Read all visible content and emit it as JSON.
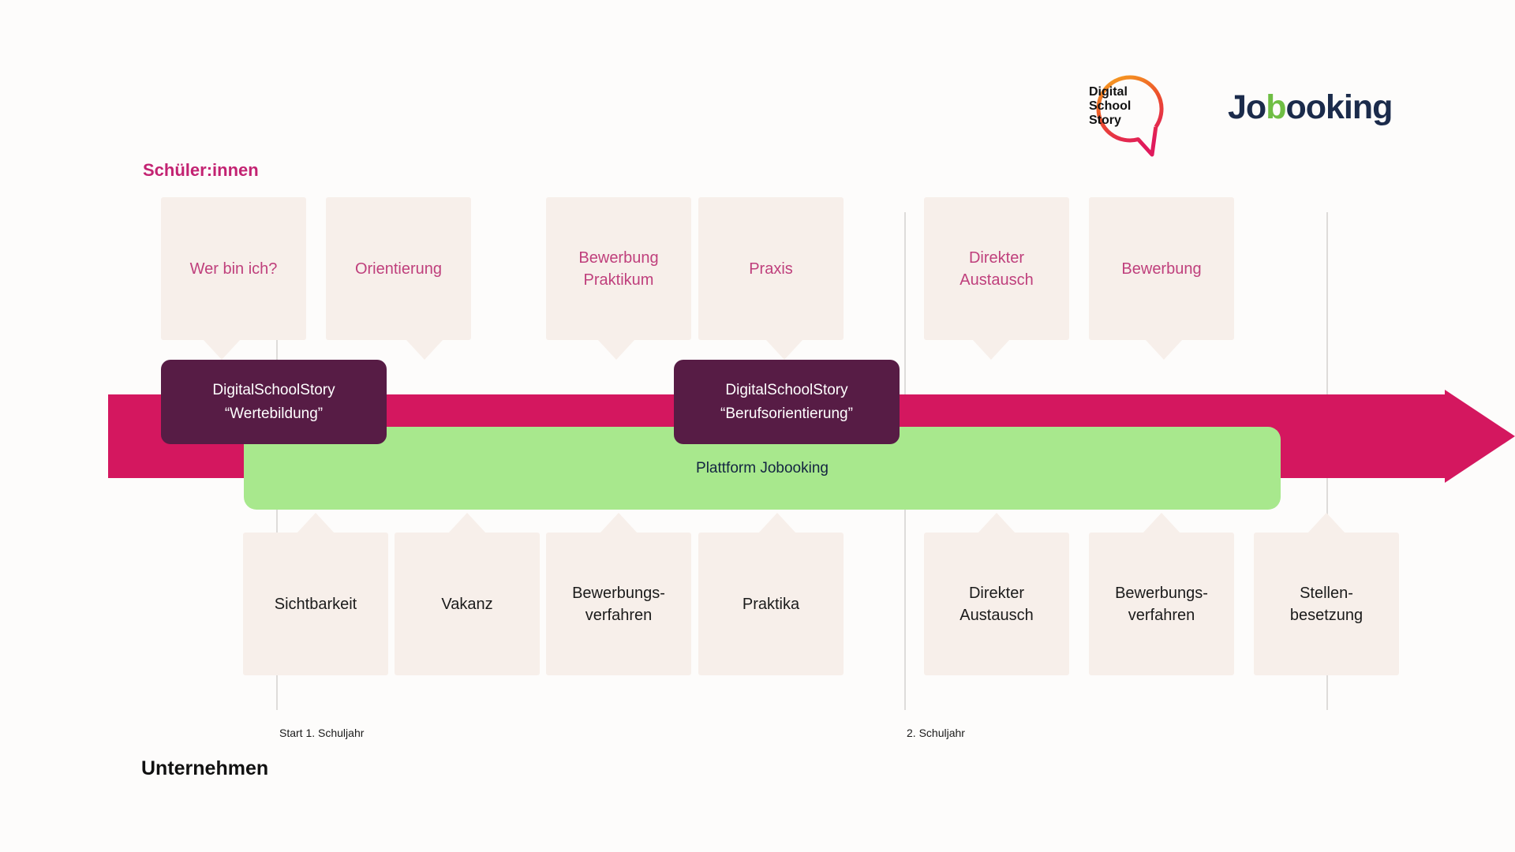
{
  "logos": {
    "dss": {
      "line1": "Digital",
      "line2": "School",
      "line3": "Story"
    },
    "jobooking": {
      "part1": "Jo",
      "part2": "b",
      "part3": "ooking"
    }
  },
  "labels": {
    "students": "Schüler:innen",
    "companies": "Unternehmen",
    "timeline_marker_1": "Start 1. Schuljahr",
    "timeline_marker_2": "2. Schuljahr"
  },
  "colors": {
    "accent_pink_arrow": "#D4175F",
    "students_label": "#C32372",
    "card_background": "#F7EFEA",
    "card_text_top": "#BF3F7C",
    "card_text_bottom": "#1B1B1B",
    "milestone_purple": "#571C45",
    "platform_green": "#A8E88D",
    "platform_text": "#132441",
    "jobooking_navy": "#1B2B4B",
    "jobooking_green": "#6FBE44"
  },
  "cards_top": [
    {
      "label": "Wer bin ich?"
    },
    {
      "label": "Orientierung"
    },
    {
      "label": "Bewerbung\nPraktikum"
    },
    {
      "label": "Praxis"
    },
    {
      "label": "Direkter\nAustausch"
    },
    {
      "label": "Bewerbung"
    }
  ],
  "milestones": [
    {
      "line1": "DigitalSchoolStory",
      "line2": "“Wertebildung”"
    },
    {
      "line1": "DigitalSchoolStory",
      "line2": "“Berufsorientierung”"
    }
  ],
  "platform": {
    "label": "Plattform Jobooking"
  },
  "cards_bottom": [
    {
      "label": "Sichtbarkeit"
    },
    {
      "label": "Vakanz"
    },
    {
      "label": "Bewerbungs-\nverfahren"
    },
    {
      "label": "Praktika"
    },
    {
      "label": "Direkter\nAustausch"
    },
    {
      "label": "Bewerbungs-\nverfahren"
    },
    {
      "label": "Stellen-\nbesetzung"
    }
  ]
}
